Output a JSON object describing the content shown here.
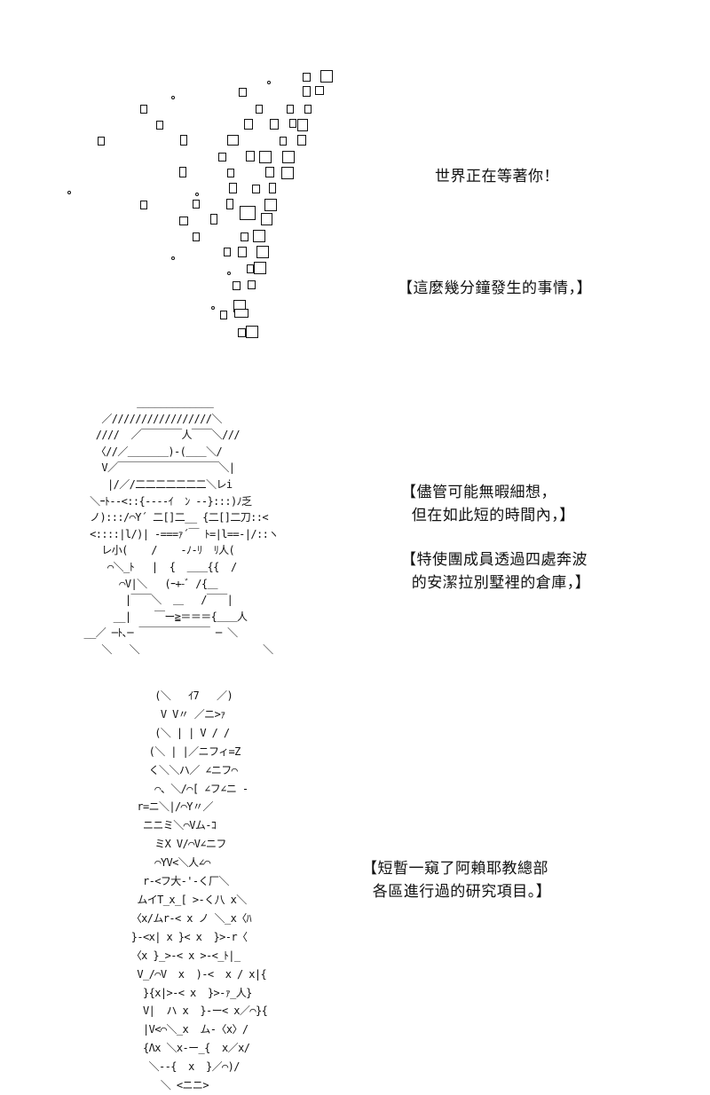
{
  "panels": [
    {
      "art_name": "floating-squares",
      "captions": [
        "世界正在等著你！",
        "【這麼幾分鐘發生的事情，】"
      ]
    },
    {
      "art_name": "character-with-goggles",
      "ascii": "             _____________\n       ／/////////////////＼\n      ////  ／￣￣￣￣人￣￣＼///\n      〈//／＿＿＿＿)-(＿＿＼/\n       V／￣￣￣￣￣￣￣￣￣￣＼|\n        |/／/二二二二二二二＼レi\n     ＼ｰﾄ-‐<::{‐‐‐‐ｲ  ﾝ ‐‐}:::)ﾉ乏\n     ノ):::/⌒Y´ 二[]二__ {二[]二刀::<\n     <::::|l/)| -===ｧ´￣ ﾄ=|l==-|/::ヽ\n       レ小(    /    -ﾉ-ﾘ  ﾘ人(\n        ⌒＼_ﾄ   |  {  ＿＿{{  /\n          ⌒V|＼   (ｰ+-ﾞ /{＿\n           |￣￣＼  ＿   /￣￣|\n         __|    ￣ー≧＝＝＝{＿＿人\n    __／ ─ﾄ､─ ￣￣￣￣￣￣￣ ─ ＼\n       ＼   ＼                     ＼",
      "captions": [
        "【儘管可能無暇細想，\n  但在如此短的時間內，】",
        "【特使團成員透過四處奔波\n  的安潔拉別墅裡的倉庫，】"
      ]
    },
    {
      "art_name": "pineapple",
      "ascii": "          (＼   ｲ7   ／)\n           V V〃 ／ニ>ｧ\n          (＼ | | V / /\n         (＼ | |／ニフィ=Z\n         く＼＼ハ／ ∠ニフ⌒\n          ⌒、＼/⌒[ ∠フ∠ニ -\n       r=ニ＼|/⌒Y〃／\n        ニニミ＼⌒Vム-ｺ\n          ミX V/⌒V∠ニフ\n          ⌒YV<＼人∠⌒\n        r-<フ大-'-く厂＼\n       ムイT_x_[ >-く八 x＼\n      〈x/ムr-< x ノ ＼_x〈ﾊ\n      }-<x| x }< x  }>-r〈\n      〈x }_>-< x >-<_ﾄ|_\n       V_/⌒V  x  )-<  x / x|{\n        }{x|>-< x  }>-ｧ_人}\n        V|  ハ x  }-ー< x／⌒}{\n        |V<⌒＼_x  ム-〈x〉/\n        {Λx ＼x-ー_{  x／x/\n         ＼--{  x  }／⌒)/\n           ＼ <ニニ>",
      "captions": [
        "【短暫一窺了阿賴耶教總部\n  各區進行過的研究項目。】"
      ]
    }
  ]
}
